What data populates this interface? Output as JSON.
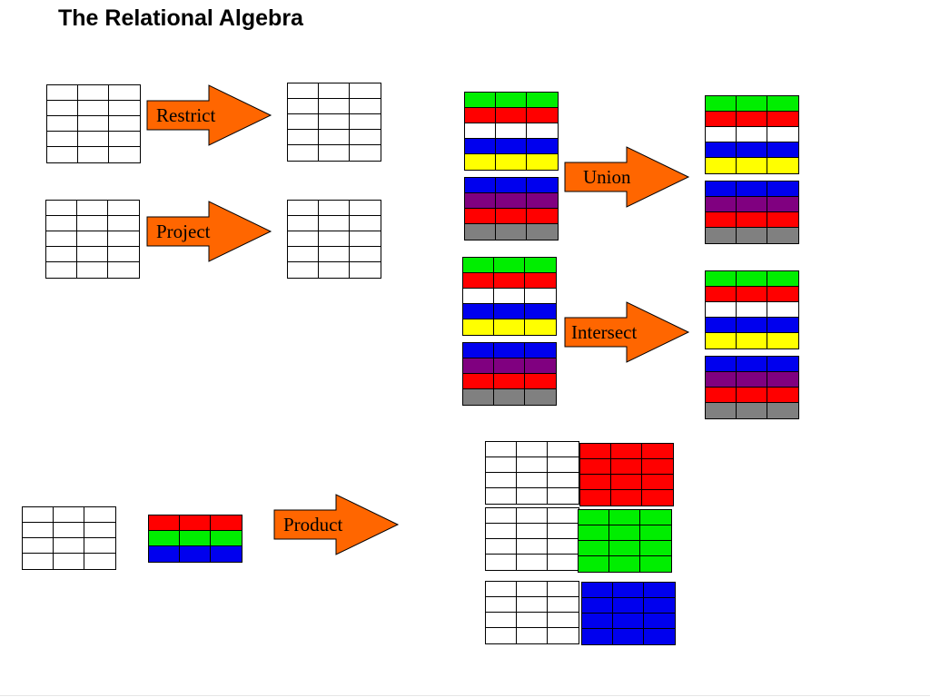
{
  "title": "The Relational Algebra",
  "operations": {
    "restrict": "Restrict",
    "project": "Project",
    "union": "Union",
    "intersect": "Intersect",
    "product": "Product"
  },
  "colors": {
    "W": "#ffffff",
    "G": "#00ee00",
    "R": "#ff0000",
    "B": "#0000ee",
    "Y": "#ffff00",
    "P": "#800080",
    "Gr": "#808080",
    "arrow_fill": "#ff6600"
  },
  "row_patterns": {
    "union_left_top": [
      "G",
      "R",
      "W",
      "B",
      "Y"
    ],
    "union_left_bottom": [
      "B",
      "P",
      "R",
      "Gr"
    ],
    "union_result_top": [
      "G",
      "R",
      "W",
      "B",
      "Y"
    ],
    "union_result_bottom": [
      "B",
      "P",
      "R",
      "Gr"
    ],
    "intersect_left_top": [
      "G",
      "R",
      "W",
      "B",
      "Y"
    ],
    "intersect_left_bottom": [
      "B",
      "P",
      "R",
      "Gr"
    ],
    "intersect_result_top": [
      "G",
      "R",
      "W",
      "B",
      "Y"
    ],
    "intersect_result_bottom": [
      "B",
      "P",
      "R",
      "Gr"
    ],
    "product_right": [
      "R",
      "G",
      "B"
    ],
    "product_result_red": [
      "R",
      "R",
      "R",
      "R"
    ],
    "product_result_green": [
      "G",
      "G",
      "G",
      "G"
    ],
    "product_result_blue": [
      "B",
      "B",
      "B",
      "B"
    ]
  }
}
